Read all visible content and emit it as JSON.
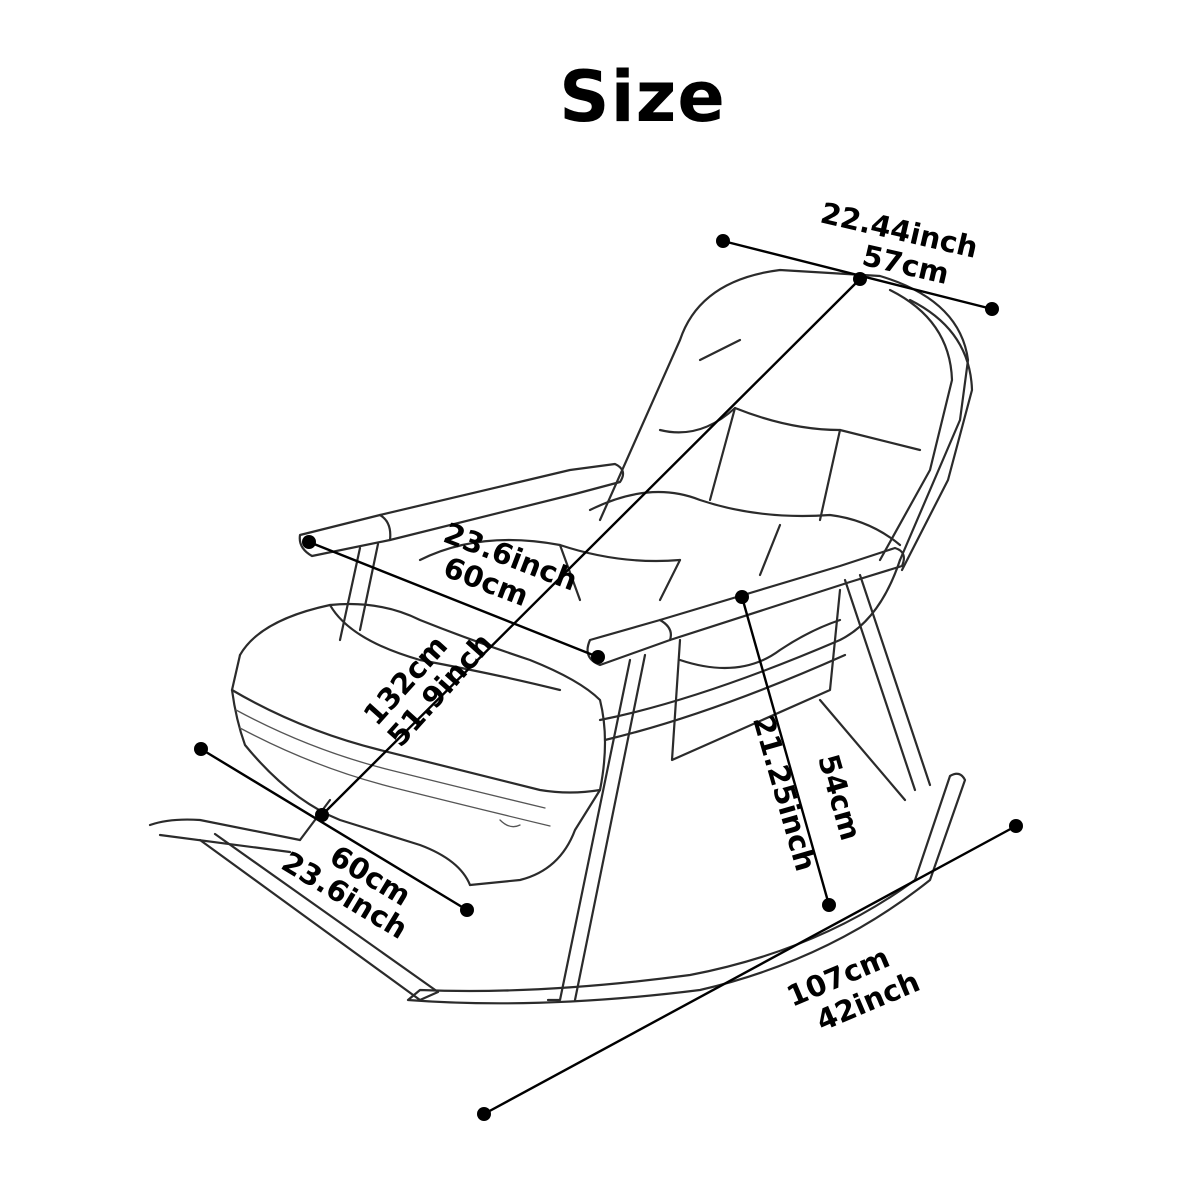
{
  "title": "Size",
  "dimensions": {
    "back_width": {
      "inch": "22.44inch",
      "cm": "57cm"
    },
    "arm_width": {
      "inch": "23.6inch",
      "cm": "60cm"
    },
    "total_length": {
      "cm": "132cm",
      "inch": "51.9inch"
    },
    "seat_front_width": {
      "cm": "60cm",
      "inch": "23.6inch"
    },
    "arm_height": {
      "inch": "21.25inch",
      "cm": "54cm"
    },
    "rocker_length": {
      "cm": "107cm",
      "inch": "42inch"
    }
  },
  "colors": {
    "line": "#000000",
    "outline": "#2b2b2b",
    "background": "#ffffff"
  }
}
